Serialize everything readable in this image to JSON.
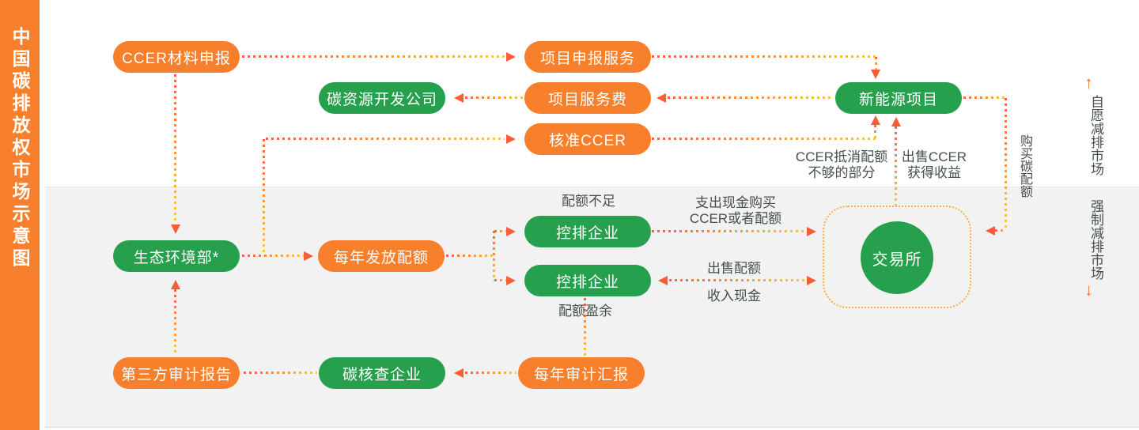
{
  "title": {
    "text": "中国碳排放权市场示意图"
  },
  "nodes": {
    "ccer_material": "CCER材料申报",
    "project_apply": "项目申报服务",
    "carbon_dev": "碳资源开发公司",
    "project_fee": "项目服务费",
    "approved_ccer": "核准CCER",
    "new_energy": "新能源项目",
    "moee": "生态环境部*",
    "annual_quota": "每年发放配额",
    "enterprise_short": "控排企业",
    "enterprise_surplus": "控排企业",
    "exchange": "交易所",
    "third_party_report": "第三方审计报告",
    "carbon_verifier": "碳核查企业",
    "annual_audit": "每年审计汇报"
  },
  "annotations": {
    "quota_short": "配额不足",
    "quota_surplus": "配额盈余",
    "pay_cash_line1": "支出现金购买",
    "pay_cash_line2": "CCER或者配额",
    "sell_quota": "出售配额",
    "income_cash": "收入现金",
    "ccer_offset_line1": "CCER抵消配额",
    "ccer_offset_line2": "不够的部分",
    "sell_ccer_line1": "出售CCER",
    "sell_ccer_line2": "获得收益",
    "buy_quota": "购买碳配额"
  },
  "side_labels": {
    "voluntary": "自愿减排市场",
    "mandatory": "强制减排市场",
    "up_arrow": "↑",
    "down_arrow": "↓"
  },
  "colors": {
    "orange": "#F8802C",
    "green": "#27A04E",
    "arrowhead": "#F75E38",
    "line_gradient_start": "#FF5F3A",
    "line_gradient_end": "#FFC63E",
    "note_text": "#46504A",
    "band_bg": "#F2F2F2"
  }
}
